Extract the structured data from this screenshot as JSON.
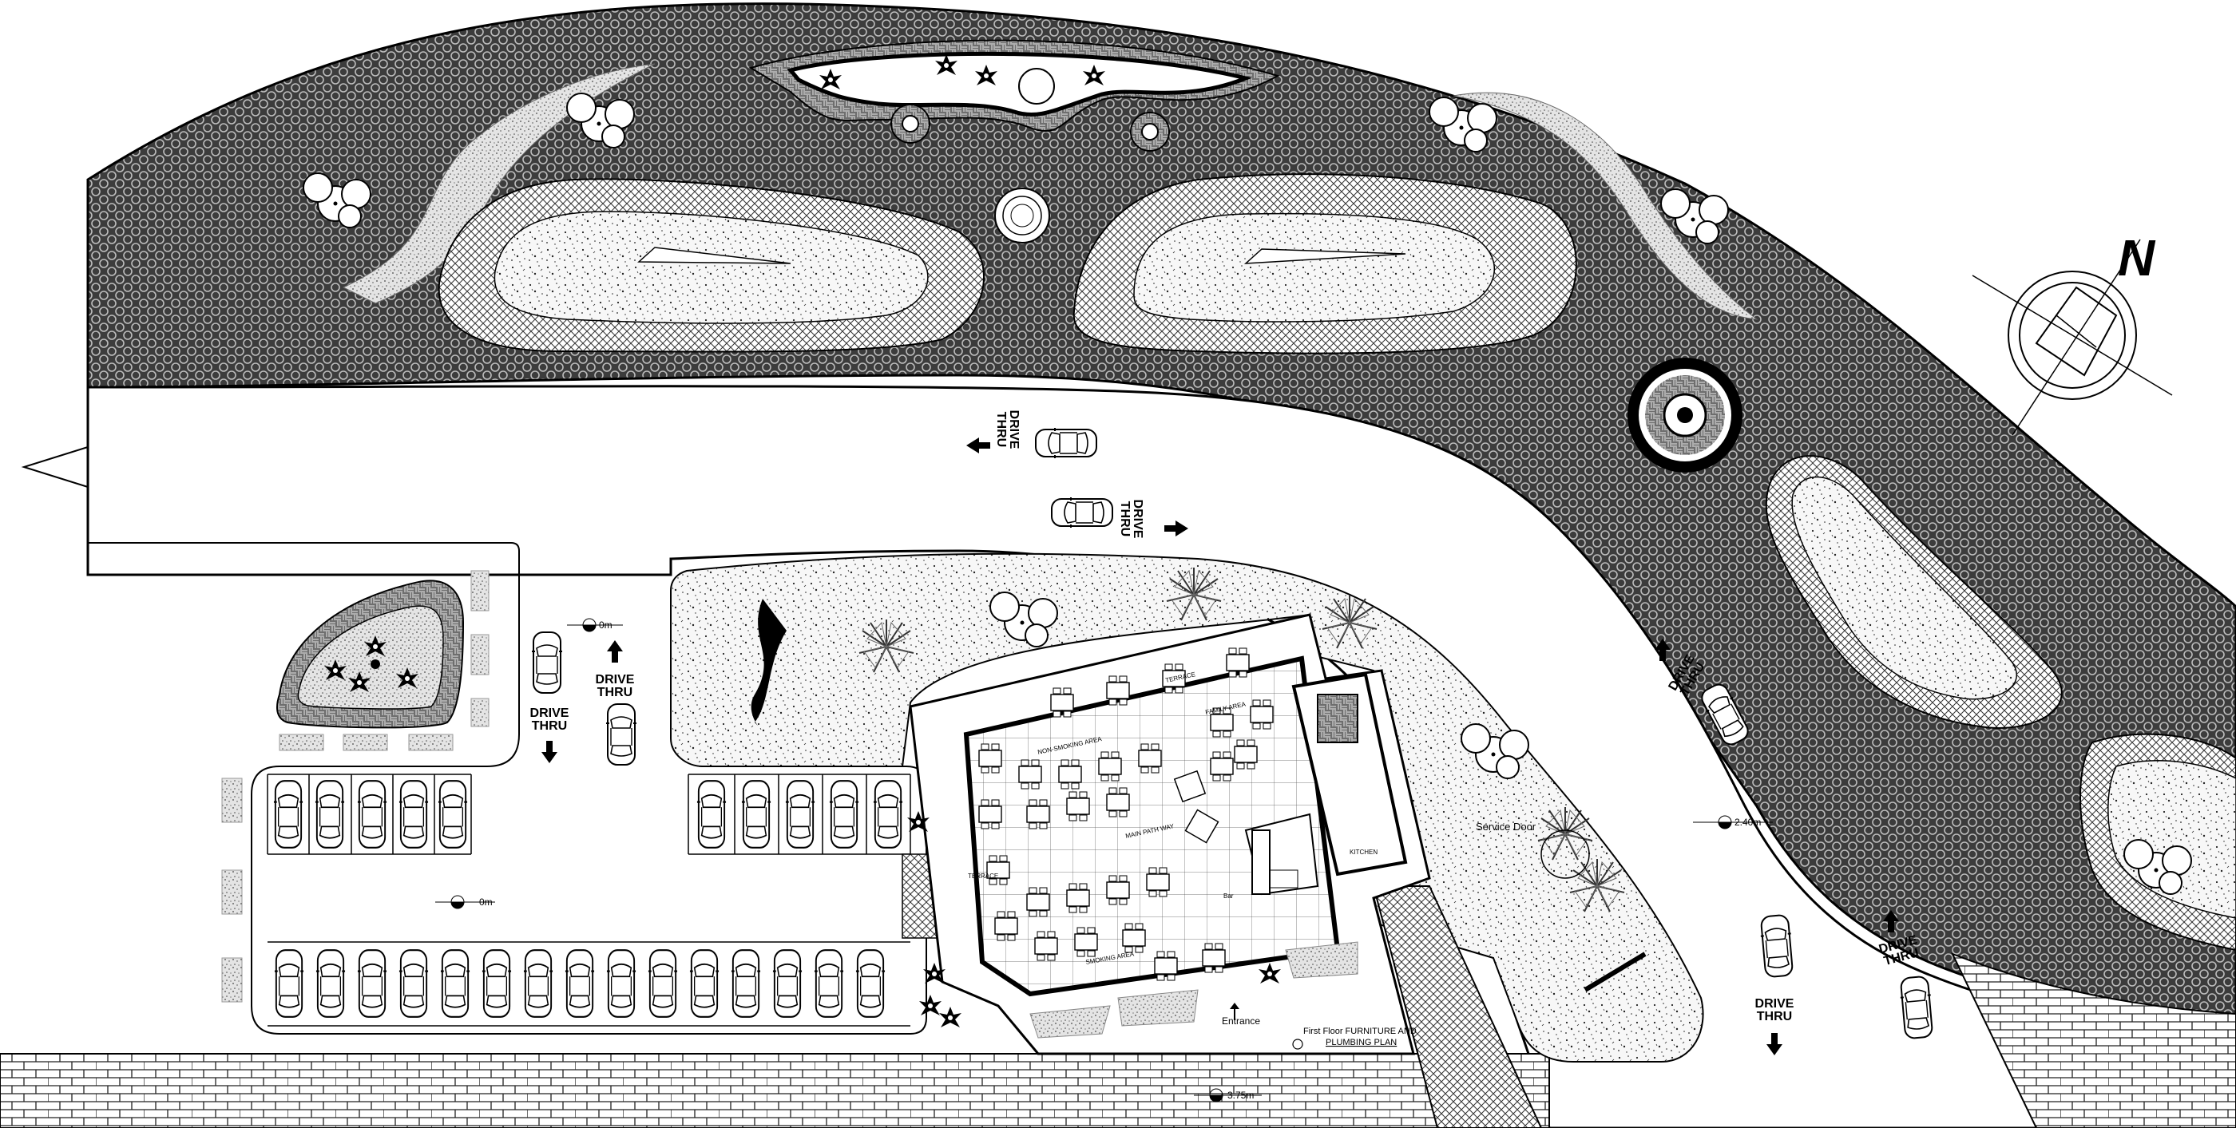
{
  "labels": {
    "drive_thru_line1": "DRIVE",
    "drive_thru_line2": "THRU",
    "entrance": "Entrance",
    "service_door": "Service Door",
    "caption_line1": "First Floor FURNITURE AND",
    "caption_line2": "PLUMBING PLAN",
    "north": "N",
    "terrace": "TERRACE",
    "family_area": "FAMILY AREA",
    "non_smoking_area": "NON-SMOKING AREA",
    "main_path_way": "MAIN PATH WAY",
    "smoking_area": "SMOKING AREA",
    "kitchen": "KITCHEN",
    "bar": "Bar"
  },
  "levels": {
    "parking": "0m",
    "drive_lane": "0m",
    "east_road": "2.40m",
    "front_road": "3.75m"
  },
  "colors": {
    "ink": "#000000",
    "paper": "#ffffff",
    "paving": "#3a3a3a",
    "lawn": "#f1f1f1"
  },
  "icons": [
    "north-arrow-icon",
    "tree-icon",
    "car-icon",
    "arrow-icon",
    "level-marker-icon"
  ]
}
